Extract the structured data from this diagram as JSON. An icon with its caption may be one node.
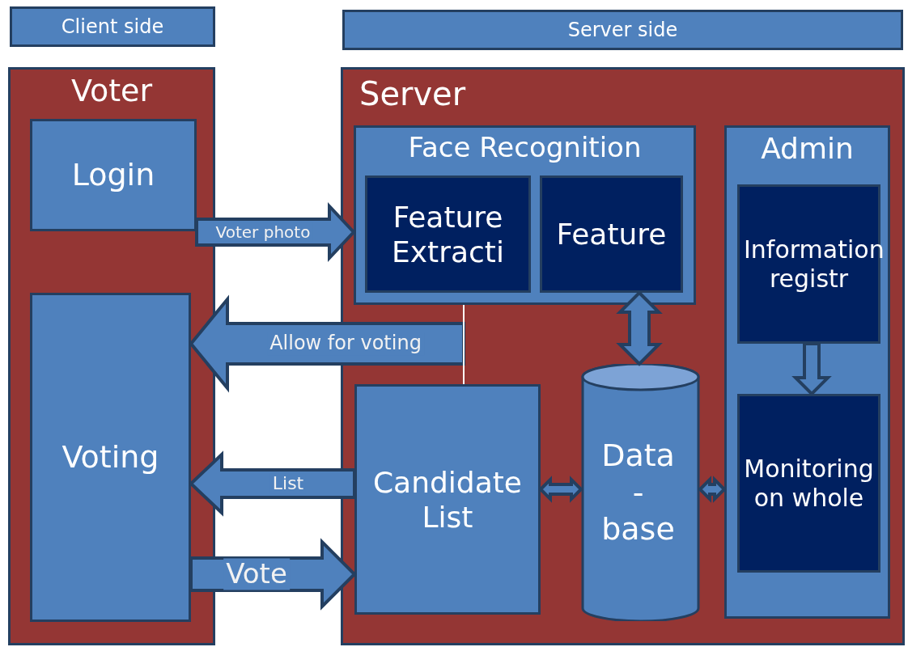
{
  "diagram": {
    "nodes": [
      {
        "text": [
          "Client side"
        ]
      },
      {
        "text": [
          "Server side"
        ]
      },
      {
        "text": [
          "Voter"
        ]
      },
      {
        "text": [
          "Login"
        ],
        "in": 2
      },
      {
        "text": [
          "Voting"
        ],
        "in": 2
      },
      {
        "text": [
          "Server"
        ]
      },
      {
        "text": [
          "Face Recognition"
        ],
        "in": 5
      },
      {
        "text": [
          "Feature Extracti"
        ],
        "in": 6
      },
      {
        "text": [
          "Feature"
        ],
        "in": 6
      },
      {
        "text": [
          "Candidate List"
        ],
        "in": 5
      },
      {
        "text": [
          "Data - base"
        ],
        "in": 5
      },
      {
        "text": [
          "Admin"
        ],
        "in": 5
      },
      {
        "text": [
          "Information registr"
        ],
        "in": 11
      },
      {
        "text": [
          "Monitoring on whole"
        ],
        "in": 11
      }
    ],
    "edges": [
      {
        "from": 3,
        "to": 6,
        "arrow": "to",
        "label": "Voter photo"
      },
      {
        "from": 6,
        "to": 4,
        "arrow": "to",
        "label": "Allow for voting"
      },
      {
        "from": 9,
        "to": 4,
        "arrow": "to",
        "label": "List"
      },
      {
        "from": 4,
        "to": 9,
        "arrow": "to",
        "label": "Vote"
      },
      {
        "from": 8,
        "to": 10,
        "arrow": "both"
      },
      {
        "from": 9,
        "to": 10,
        "arrow": "both"
      },
      {
        "from": 10,
        "to": 11,
        "arrow": "both"
      },
      {
        "from": 12,
        "to": 13,
        "arrow": "to"
      },
      {
        "from": 6,
        "to": 9,
        "arrow": "none",
        "color": "#ffffff"
      }
    ]
  }
}
